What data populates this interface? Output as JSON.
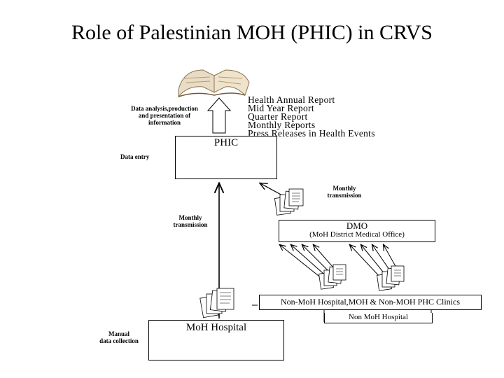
{
  "title": "Role of Palestinian MOH (PHIC) in CRVS",
  "labels": {
    "analysis": [
      "Data analysis,production",
      "and presentation of",
      "information"
    ],
    "data_entry": "Data entry",
    "monthly_right": [
      "Monthly",
      "transmission"
    ],
    "monthly_left": [
      "Monthly",
      "transmission"
    ],
    "manual": [
      "Manual",
      "data collection"
    ]
  },
  "reports": [
    "Health Annual Report",
    "Mid Year Report",
    "Quarter Report",
    "Monthly Reports",
    "Press Releases in Health Events"
  ],
  "boxes": {
    "phic": "PHIC",
    "dmo_title": "DMO",
    "dmo_sub": "(MoH District Medical Office)",
    "non_moh_main": "Non-MoH Hospital,MOH & Non-MOH PHC Clinics",
    "non_moh_hospital": "Non MoH Hospital",
    "moh_hospital": "MoH Hospital"
  },
  "icons": [
    "book-icon",
    "computer-icon",
    "document-stack-icon",
    "document-pen-icon"
  ]
}
